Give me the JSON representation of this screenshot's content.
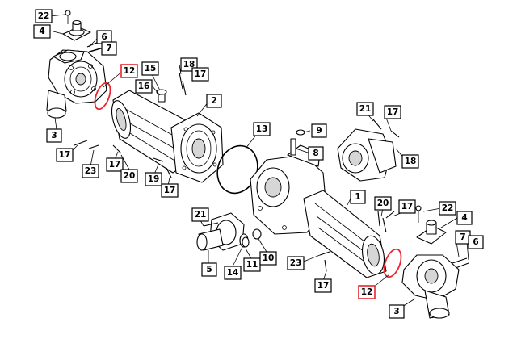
{
  "colors": {
    "highlight": "#e8252e",
    "ink": "#000000",
    "shade": "#d6d6d6"
  },
  "labels": {
    "p22a": "22",
    "p4a": "4",
    "p6a": "6",
    "p7a": "7",
    "p12a": "12",
    "p15": "15",
    "p18a": "18",
    "p17a": "17",
    "p16": "16",
    "p2": "2",
    "p3a": "3",
    "p17b": "17",
    "p23a": "23",
    "p17c": "17",
    "p20a": "20",
    "p19": "19",
    "p17d": "17",
    "p13": "13",
    "p9": "9",
    "p8": "8",
    "p21a": "21",
    "p17e": "17",
    "p18b": "18",
    "p1": "1",
    "p20b": "20",
    "p17f": "17",
    "p22b": "22",
    "p4b": "4",
    "p21b": "21",
    "p7b": "7",
    "p6b": "6",
    "p5": "5",
    "p14": "14",
    "p11": "11",
    "p10": "10",
    "p23b": "23",
    "p17g": "17",
    "p12b": "12",
    "p3b": "3"
  }
}
